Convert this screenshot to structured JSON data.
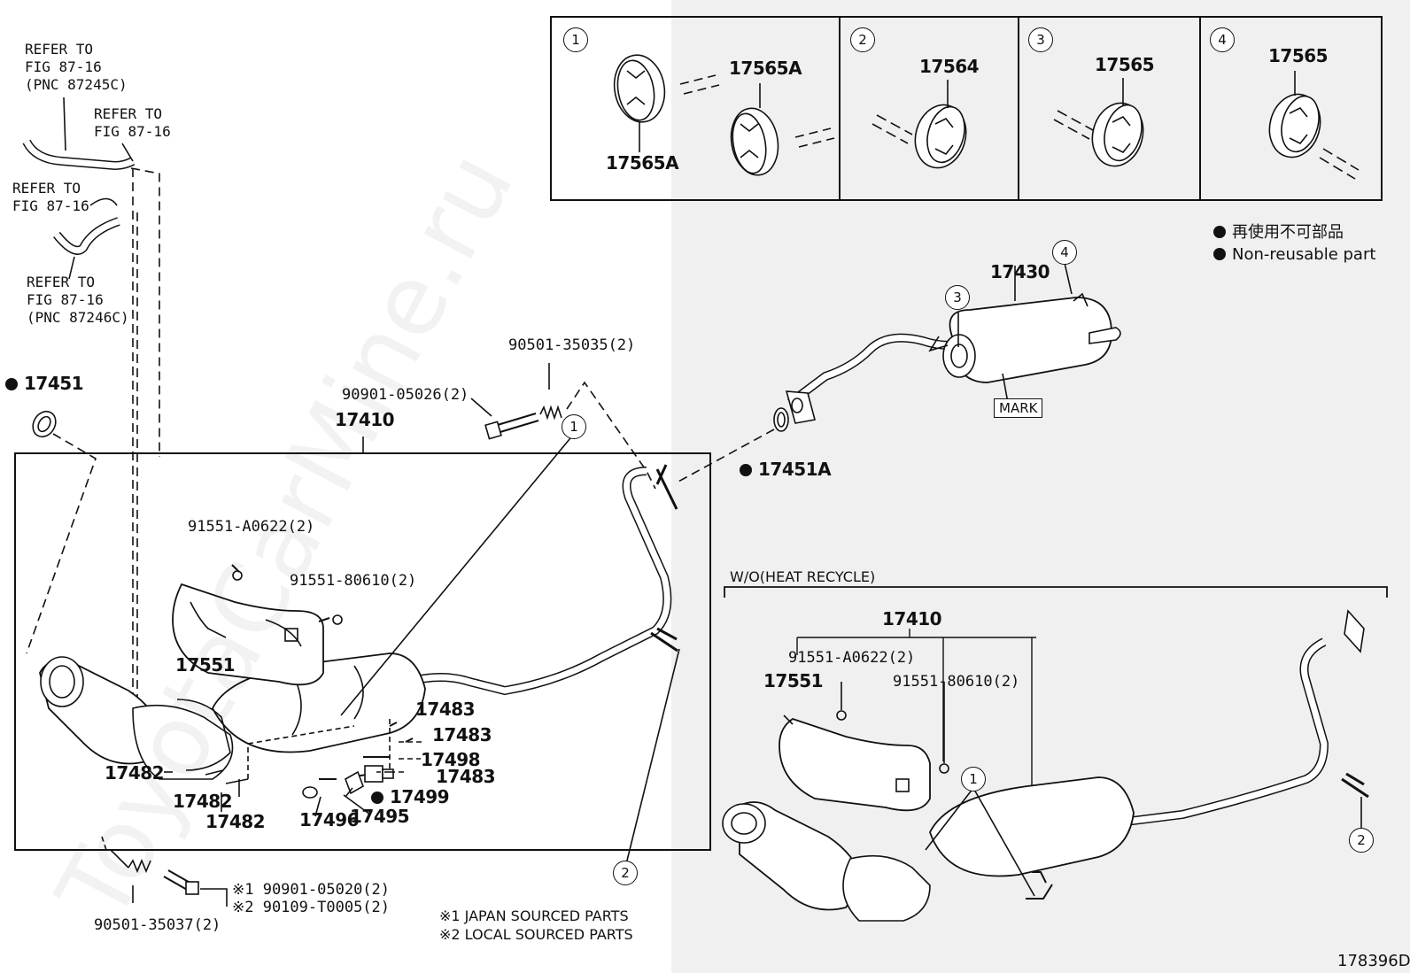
{
  "refs": {
    "r1": [
      "REFER TO",
      "FIG 87-16",
      "(PNC 87245C)"
    ],
    "r2": [
      "REFER TO",
      "FIG 87-16"
    ],
    "r3": [
      "REFER TO",
      "FIG 87-16"
    ],
    "r4": [
      "REFER TO",
      "FIG 87-16",
      "(PNC 87246C)"
    ]
  },
  "callouts": {
    "c1": "1",
    "c2": "2",
    "c3": "3",
    "c4": "4"
  },
  "hangers": {
    "h1a": "17565A",
    "h1b": "17565A",
    "h2": "17564",
    "h3": "17565",
    "h4": "17565"
  },
  "legend": {
    "jp": "再使用不可部品",
    "en": "Non-reusable part"
  },
  "parts": {
    "p17451": "17451",
    "p17451a": "17451A",
    "p17430": "17430",
    "p17410": "17410",
    "p17410b": "17410",
    "p17551": "17551",
    "p17551b": "17551",
    "p17482a": "17482",
    "p17482b": "17482",
    "p17482c": "17482",
    "p17483a": "17483",
    "p17483b": "17483",
    "p17483c": "17483",
    "p17498": "17498",
    "p17499": "17499",
    "p17496": "17496",
    "p17495": "17495",
    "p90501_35035": "90501-35035(2)",
    "p90901_05026": "90901-05026(2)",
    "p91551_a0622": "91551-A0622(2)",
    "p91551_80610": "91551-80610(2)",
    "p91551_a0622b": "91551-A0622(2)",
    "p91551_80610b": "91551-80610(2)",
    "p90501_35037": "90501-35037(2)",
    "s1": "※1 90901-05020(2)",
    "s2": "※2 90109-T0005(2)"
  },
  "mark": "MARK",
  "wo_heat": "W/O(HEAT RECYCLE)",
  "notes": {
    "n1": "※1 JAPAN SOURCED PARTS",
    "n2": "※2 LOCAL SOURCED PARTS"
  },
  "diagram_code": "178396D",
  "watermark": "ToyotaCarMine.ru"
}
